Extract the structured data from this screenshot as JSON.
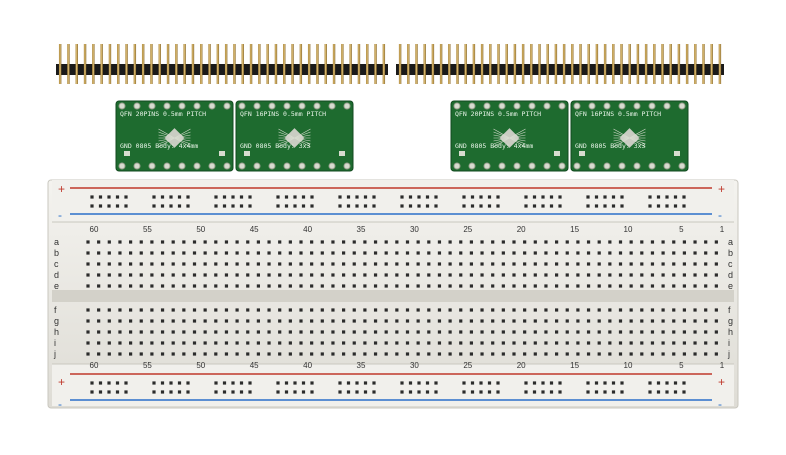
{
  "image": {
    "board_labels": {
      "pcb_a_left": [
        "QFN 20PINS",
        "0.5mm PITCH"
      ],
      "pcb_a_left_sub": [
        "GND",
        "0805",
        "Body: 4x4mm"
      ],
      "pcb_a_right": [
        "QFN 16PINS 0.5mm PITCH"
      ],
      "pcb_a_right_sub": [
        "GND",
        "0805",
        "Body: 3x3"
      ]
    },
    "breadboard": {
      "column_numbers": [
        "60",
        "55",
        "50",
        "45",
        "40",
        "35",
        "30",
        "25",
        "20",
        "15",
        "10",
        "5",
        "1"
      ],
      "rows_top": [
        "a",
        "b",
        "c",
        "d",
        "e"
      ],
      "rows_bottom": [
        "f",
        "g",
        "h",
        "i",
        "j"
      ],
      "plus": "+",
      "minus": "-"
    },
    "colors": {
      "board": "#ecebe6",
      "red_rail": "#c0392b",
      "blue_rail": "#2a6fc9",
      "pcb": "#1e6b2f",
      "header_pin": "#8b6b2a",
      "header_body": "#1a1a1a"
    }
  }
}
